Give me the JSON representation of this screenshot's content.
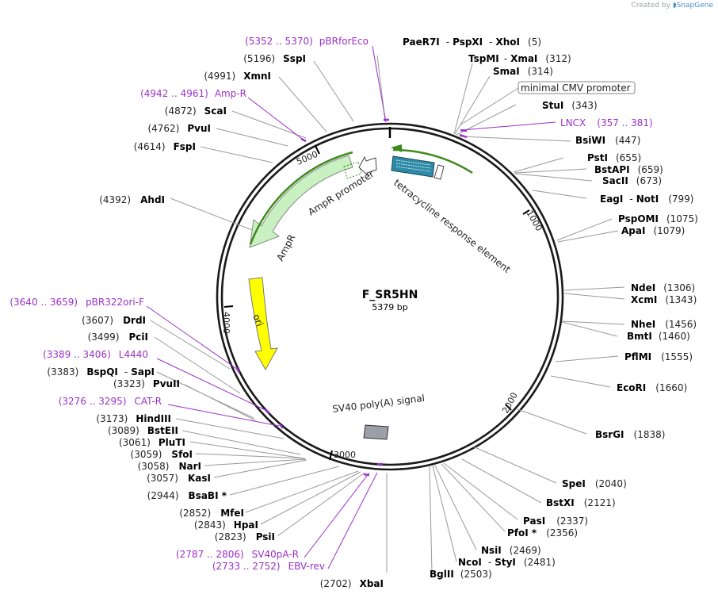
{
  "credit": {
    "prefix": "Created by",
    "brand": "SnapGene"
  },
  "plasmid": {
    "name": "F_SR5HN",
    "size": "5379 bp"
  },
  "ticks": [
    "1000",
    "2000",
    "3000",
    "4000",
    "5000"
  ],
  "features": {
    "tre": "tetracycline response element",
    "amp_promoter": "AmpR promoter",
    "ampr": "AmpR",
    "ori": "ori",
    "sv40pa": "SV40 poly(A) signal",
    "cmv": "minimal CMV promoter"
  },
  "colors": {
    "ampr": "#c8f0c0",
    "ori": "#ffff00",
    "tre": "#2f8aa6",
    "sv40": "#9aa0a6",
    "primer": "#9b30c7",
    "outline": "#1a1a1a"
  },
  "labels_right": [
    {
      "name": "PaeR7I",
      "sep1": "-",
      "name2": "PspXI",
      "sep2": "-",
      "name3": "XhoI",
      "pos": "(5)"
    },
    {
      "name": "TspMI",
      "sep1": "-",
      "name2": "XmaI",
      "pos": "(312)"
    },
    {
      "name": "SmaI",
      "pos": "(314)"
    },
    {
      "name": "StuI",
      "pos": "(343)"
    },
    {
      "name": "BsiWI",
      "pos": "(447)"
    },
    {
      "name": "PstI",
      "pos": "(655)"
    },
    {
      "name": "BstAPI",
      "pos": "(659)"
    },
    {
      "name": "SacII",
      "pos": "(673)"
    },
    {
      "name": "EagI",
      "sep1": "-",
      "name2": "NotI",
      "pos": "(799)"
    },
    {
      "name": "PspOMI",
      "pos": "(1075)"
    },
    {
      "name": "ApaI",
      "pos": "(1079)"
    },
    {
      "name": "NdeI",
      "pos": "(1306)"
    },
    {
      "name": "XcmI",
      "pos": "(1343)"
    },
    {
      "name": "NheI",
      "pos": "(1456)"
    },
    {
      "name": "BmtI",
      "pos": "(1460)"
    },
    {
      "name": "PflMI",
      "pos": "(1555)"
    },
    {
      "name": "EcoRI",
      "pos": "(1660)"
    },
    {
      "name": "BsrGI",
      "pos": "(1838)"
    },
    {
      "name": "SpeI",
      "pos": "(2040)"
    },
    {
      "name": "BstXI",
      "pos": "(2121)"
    },
    {
      "name": "PasI",
      "pos": "(2337)"
    },
    {
      "name": "PfoI *",
      "pos": "(2356)"
    },
    {
      "name": "NsiI",
      "pos": "(2469)"
    },
    {
      "name": "NcoI",
      "sep1": "-",
      "name2": "StyI",
      "pos": "(2481)"
    },
    {
      "name": "BglII",
      "pos": "(2503)"
    }
  ],
  "primer_right": {
    "name": "LNCX",
    "pos": "(357 .. 381)"
  },
  "labels_left": [
    {
      "pos": "(5196)",
      "name": "SspI"
    },
    {
      "pos": "(4991)",
      "name": "XmnI"
    },
    {
      "pos": "(4872)",
      "name": "ScaI"
    },
    {
      "pos": "(4762)",
      "name": "PvuI"
    },
    {
      "pos": "(4614)",
      "name": "FspI"
    },
    {
      "pos": "(4392)",
      "name": "AhdI"
    },
    {
      "pos": "(3607)",
      "name": "DrdI"
    },
    {
      "pos": "(3499)",
      "name": "PciI"
    },
    {
      "pos": "(3383)",
      "name": "BspQI",
      "sep1": "-",
      "name2": "SapI"
    },
    {
      "pos": "(3323)",
      "name": "PvuII"
    },
    {
      "pos": "(3173)",
      "name": "HindIII"
    },
    {
      "pos": "(3089)",
      "name": "BstEII"
    },
    {
      "pos": "(3061)",
      "name": "PluTI"
    },
    {
      "pos": "(3059)",
      "name": "SfoI"
    },
    {
      "pos": "(3058)",
      "name": "NarI"
    },
    {
      "pos": "(3057)",
      "name": "KasI"
    },
    {
      "pos": "(2944)",
      "name": "BsaBI *"
    },
    {
      "pos": "(2852)",
      "name": "MfeI"
    },
    {
      "pos": "(2843)",
      "name": "HpaI"
    },
    {
      "pos": "(2823)",
      "name": "PsiI"
    },
    {
      "pos": "(2702)",
      "name": "XbaI"
    }
  ],
  "primers_left": [
    {
      "pos": "(5352 .. 5370)",
      "name": "pBRforEco"
    },
    {
      "pos": "(4942 .. 4961)",
      "name": "Amp-R"
    },
    {
      "pos": "(3640 .. 3659)",
      "name": "pBR322ori-F"
    },
    {
      "pos": "(3389 .. 3406)",
      "name": "L4440"
    },
    {
      "pos": "(3276 .. 3295)",
      "name": "CAT-R"
    },
    {
      "pos": "(2787 .. 2806)",
      "name": "SV40pA-R"
    },
    {
      "pos": "(2733 .. 2752)",
      "name": "EBV-rev"
    }
  ]
}
